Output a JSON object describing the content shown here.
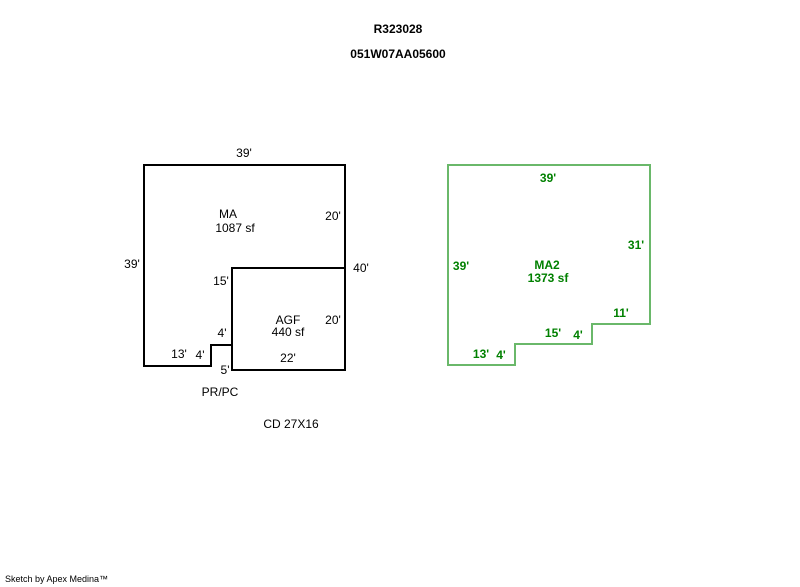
{
  "header": {
    "account": "R323028",
    "map_number": "051W07AA05600"
  },
  "left_sketch": {
    "ma": {
      "label": "MA",
      "area": "1087 sf"
    },
    "agf": {
      "label": "AGF",
      "area": "440 sf"
    },
    "dims": {
      "top": "39'",
      "left": "39'",
      "right_upper": "20'",
      "right_total": "40'",
      "agf_right": "20'",
      "inner_15": "15'",
      "inner_4v": "4'",
      "bottom_13": "13'",
      "bottom_4": "4'",
      "bottom_5": "5'",
      "agf_bottom": "22'"
    },
    "pr_pc": "PR/PC",
    "cd": "CD 27X16"
  },
  "right_sketch": {
    "ma2": {
      "label": "MA2",
      "area": "1373 sf"
    },
    "dims": {
      "top": "39'",
      "left": "39'",
      "right": "31'",
      "step_11": "11'",
      "step_15": "15'",
      "step_4a": "4'",
      "step_13": "13'",
      "step_4b": "4'"
    },
    "line_color": "#6ab86a",
    "text_color": "#008000"
  },
  "footer": "Sketch by Apex Medina™"
}
